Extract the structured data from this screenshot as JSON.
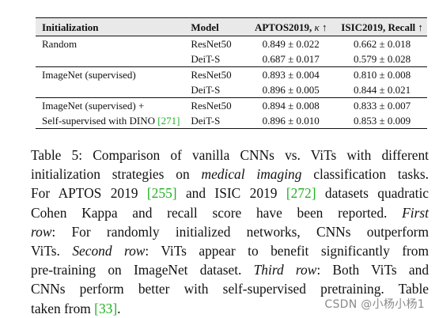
{
  "table": {
    "headers": {
      "initialization": "Initialization",
      "model": "Model",
      "aptos": "APTOS2019, ",
      "aptos_metric": "κ",
      "aptos_arrow": " ↑",
      "isic": "ISIC2019, Recall ↑"
    },
    "rows": [
      {
        "init": "Random",
        "model": "ResNet50",
        "aptos": "0.849 ± 0.022",
        "isic": "0.662 ± 0.018"
      },
      {
        "init": "",
        "model": "DeiT-S",
        "aptos": "0.687 ± 0.017",
        "isic": "0.579 ± 0.028"
      },
      {
        "init": "ImageNet (supervised)",
        "model": "ResNet50",
        "aptos": "0.893 ± 0.004",
        "isic": "0.810 ± 0.008"
      },
      {
        "init": "",
        "model": "DeiT-S",
        "aptos": "0.896 ± 0.005",
        "isic": "0.844 ± 0.021"
      },
      {
        "init": "ImageNet (supervised) +",
        "model": "ResNet50",
        "aptos": "0.894 ± 0.008",
        "isic": "0.833 ± 0.007"
      },
      {
        "init": "Self-supervised with DINO ",
        "init_cite": "[271]",
        "model": "DeiT-S",
        "aptos": "0.896 ± 0.010",
        "isic": "0.853 ± 0.009"
      }
    ]
  },
  "caption": {
    "l1": "Table 5: Comparison of vanilla CNNs vs. ViTs with different",
    "l2a": "initialization strategies on ",
    "l2b": "medical imaging",
    "l2c": " classification tasks.",
    "l3a": "For APTOS 2019 ",
    "l3b": "[255]",
    "l3c": " and ISIC 2019 ",
    "l3d": "[272]",
    "l3e": " datasets quadratic",
    "l4a": "Cohen Kappa and recall score have been reported. ",
    "l4b": "First",
    "l5a": "row",
    "l5b": ": For randomly initialized networks, CNNs outperform",
    "l6a": "ViTs. ",
    "l6b": "Second row",
    "l6c": ": ViTs appear to benefit significantly from",
    "l7": "pre-training on ImageNet dataset. ",
    "l7b": "Third row",
    "l7c": ": Both ViTs and",
    "l8": "CNNs perform better with self-supervised pretraining. Table",
    "l9a": "taken from ",
    "l9b": "[33]",
    "l9c": "."
  },
  "watermark": "CSDN @小杨小杨1",
  "colors": {
    "citation": "#22b022",
    "header_bg": "#e9e9e9",
    "watermark": "#8a8a8a"
  }
}
